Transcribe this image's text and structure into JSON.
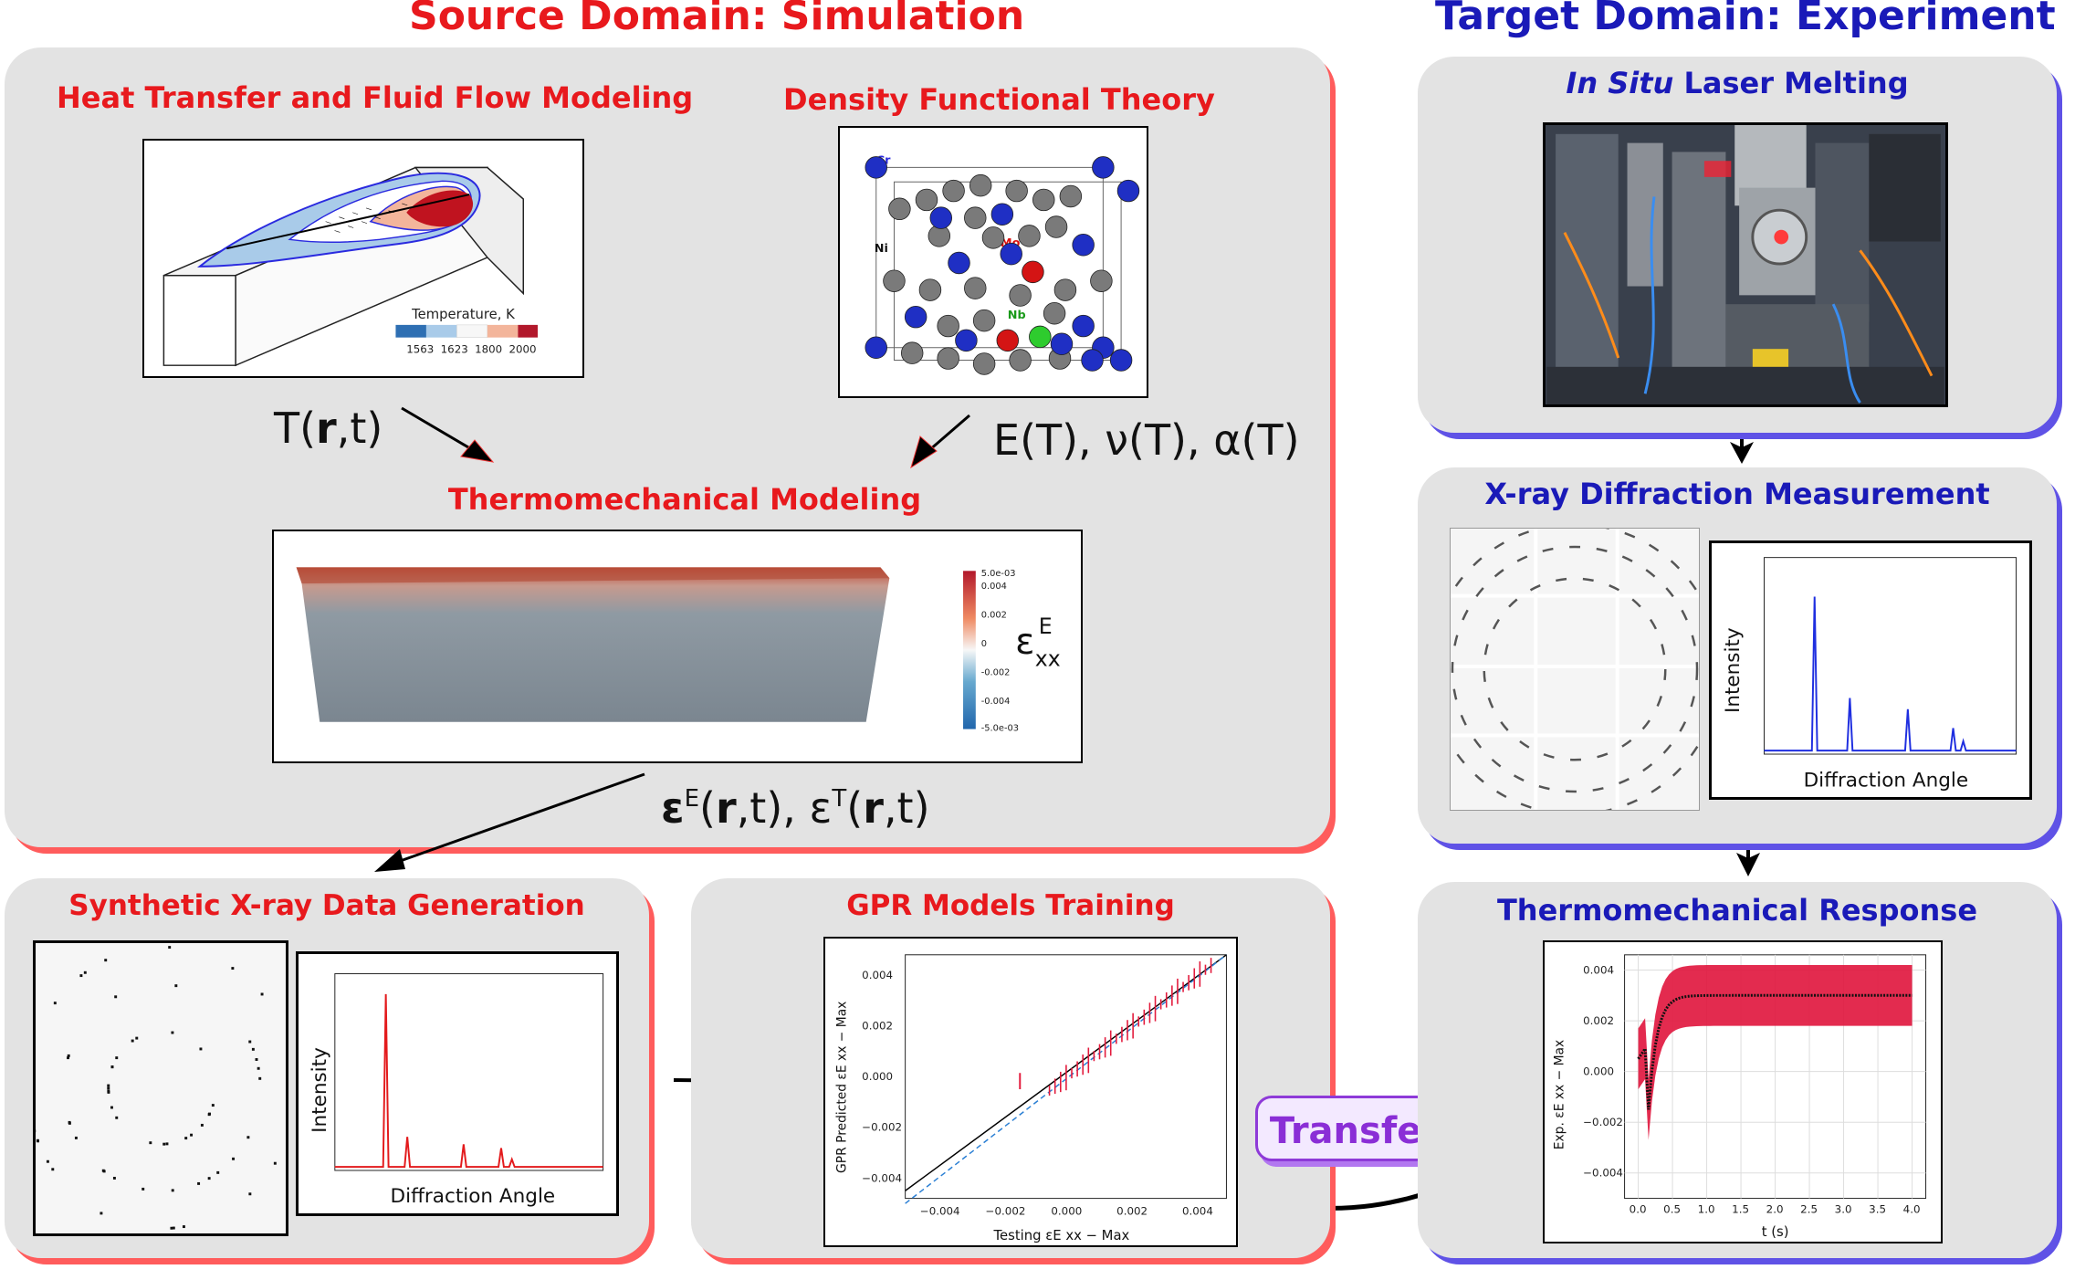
{
  "source_title": "Source Domain: Simulation",
  "target_title": "Target Domain: Experiment",
  "heat": {
    "title": "Heat Transfer and Fluid Flow Modeling",
    "legend_title": "Temperature, K",
    "legend_ticks": [
      "1563",
      "1623",
      "1800",
      "2000"
    ]
  },
  "dft": {
    "title": "Density Functional Theory",
    "labels": {
      "cr": "Cr",
      "ni": "Ni",
      "mo": "Mo",
      "nb": "Nb"
    }
  },
  "eq_temp": {
    "pre": "T(",
    "bold": "r",
    "post": ",t)"
  },
  "eq_props": "E(T), ν(T), α(T)",
  "thermo": {
    "title": "Thermomechanical Modeling",
    "colorbar_ticks": [
      "5.0e-03",
      "0.004",
      "0.002",
      "0",
      "-0.002",
      "-0.004",
      "-5.0e-03"
    ],
    "symbol": "ε",
    "symbol_sup": "E",
    "symbol_sub": "xx"
  },
  "eq_strain": {
    "eps1": "ε",
    "sup1": "E",
    "mid1": "(",
    "r1": "r",
    "end1": ",t), ε",
    "sup2": "T",
    "mid2": "(",
    "r2": "r",
    "end2": ",t)"
  },
  "synthetic": {
    "title": "Synthetic X-ray Data Generation",
    "ylabel": "Intensity",
    "xlabel": "Diffraction Angle"
  },
  "gpr": {
    "title": "GPR Models Training",
    "ylabel": "GPR Predicted ε",
    "ylabel_sub": "xx − Max",
    "ylabel_sup": "E",
    "xlabel": "Testing ε",
    "xlabel_sub": "xx − Max",
    "xlabel_sup": "E",
    "xticks": [
      "−0.004",
      "−0.002",
      "0.000",
      "0.002",
      "0.004"
    ],
    "yticks": [
      "0.004",
      "0.002",
      "0.000",
      "−0.002",
      "−0.004"
    ]
  },
  "transfer_label": "Transfer",
  "insitu": {
    "title_italic": "In Situ",
    "title_rest": " Laser Melting"
  },
  "xrd": {
    "title": "X-ray Diffraction Measurement",
    "ylabel": "Intensity",
    "xlabel": "Diffraction Angle"
  },
  "response": {
    "title": "Thermomechanical Response",
    "ylabel": "Exp. ε",
    "ylabel_sub": "xx − Max",
    "ylabel_sup": "E",
    "xlabel": "t (s)",
    "xticks": [
      "0.0",
      "0.5",
      "1.0",
      "1.5",
      "2.0",
      "2.5",
      "3.0",
      "3.5",
      "4.0"
    ],
    "yticks": [
      "0.004",
      "0.002",
      "0.000",
      "−0.002",
      "−0.004"
    ]
  },
  "colors": {
    "red": "#e8191d",
    "blue": "#1a1ab8",
    "panel": "#e3e3e3",
    "transfer": "#8a2ed6"
  }
}
